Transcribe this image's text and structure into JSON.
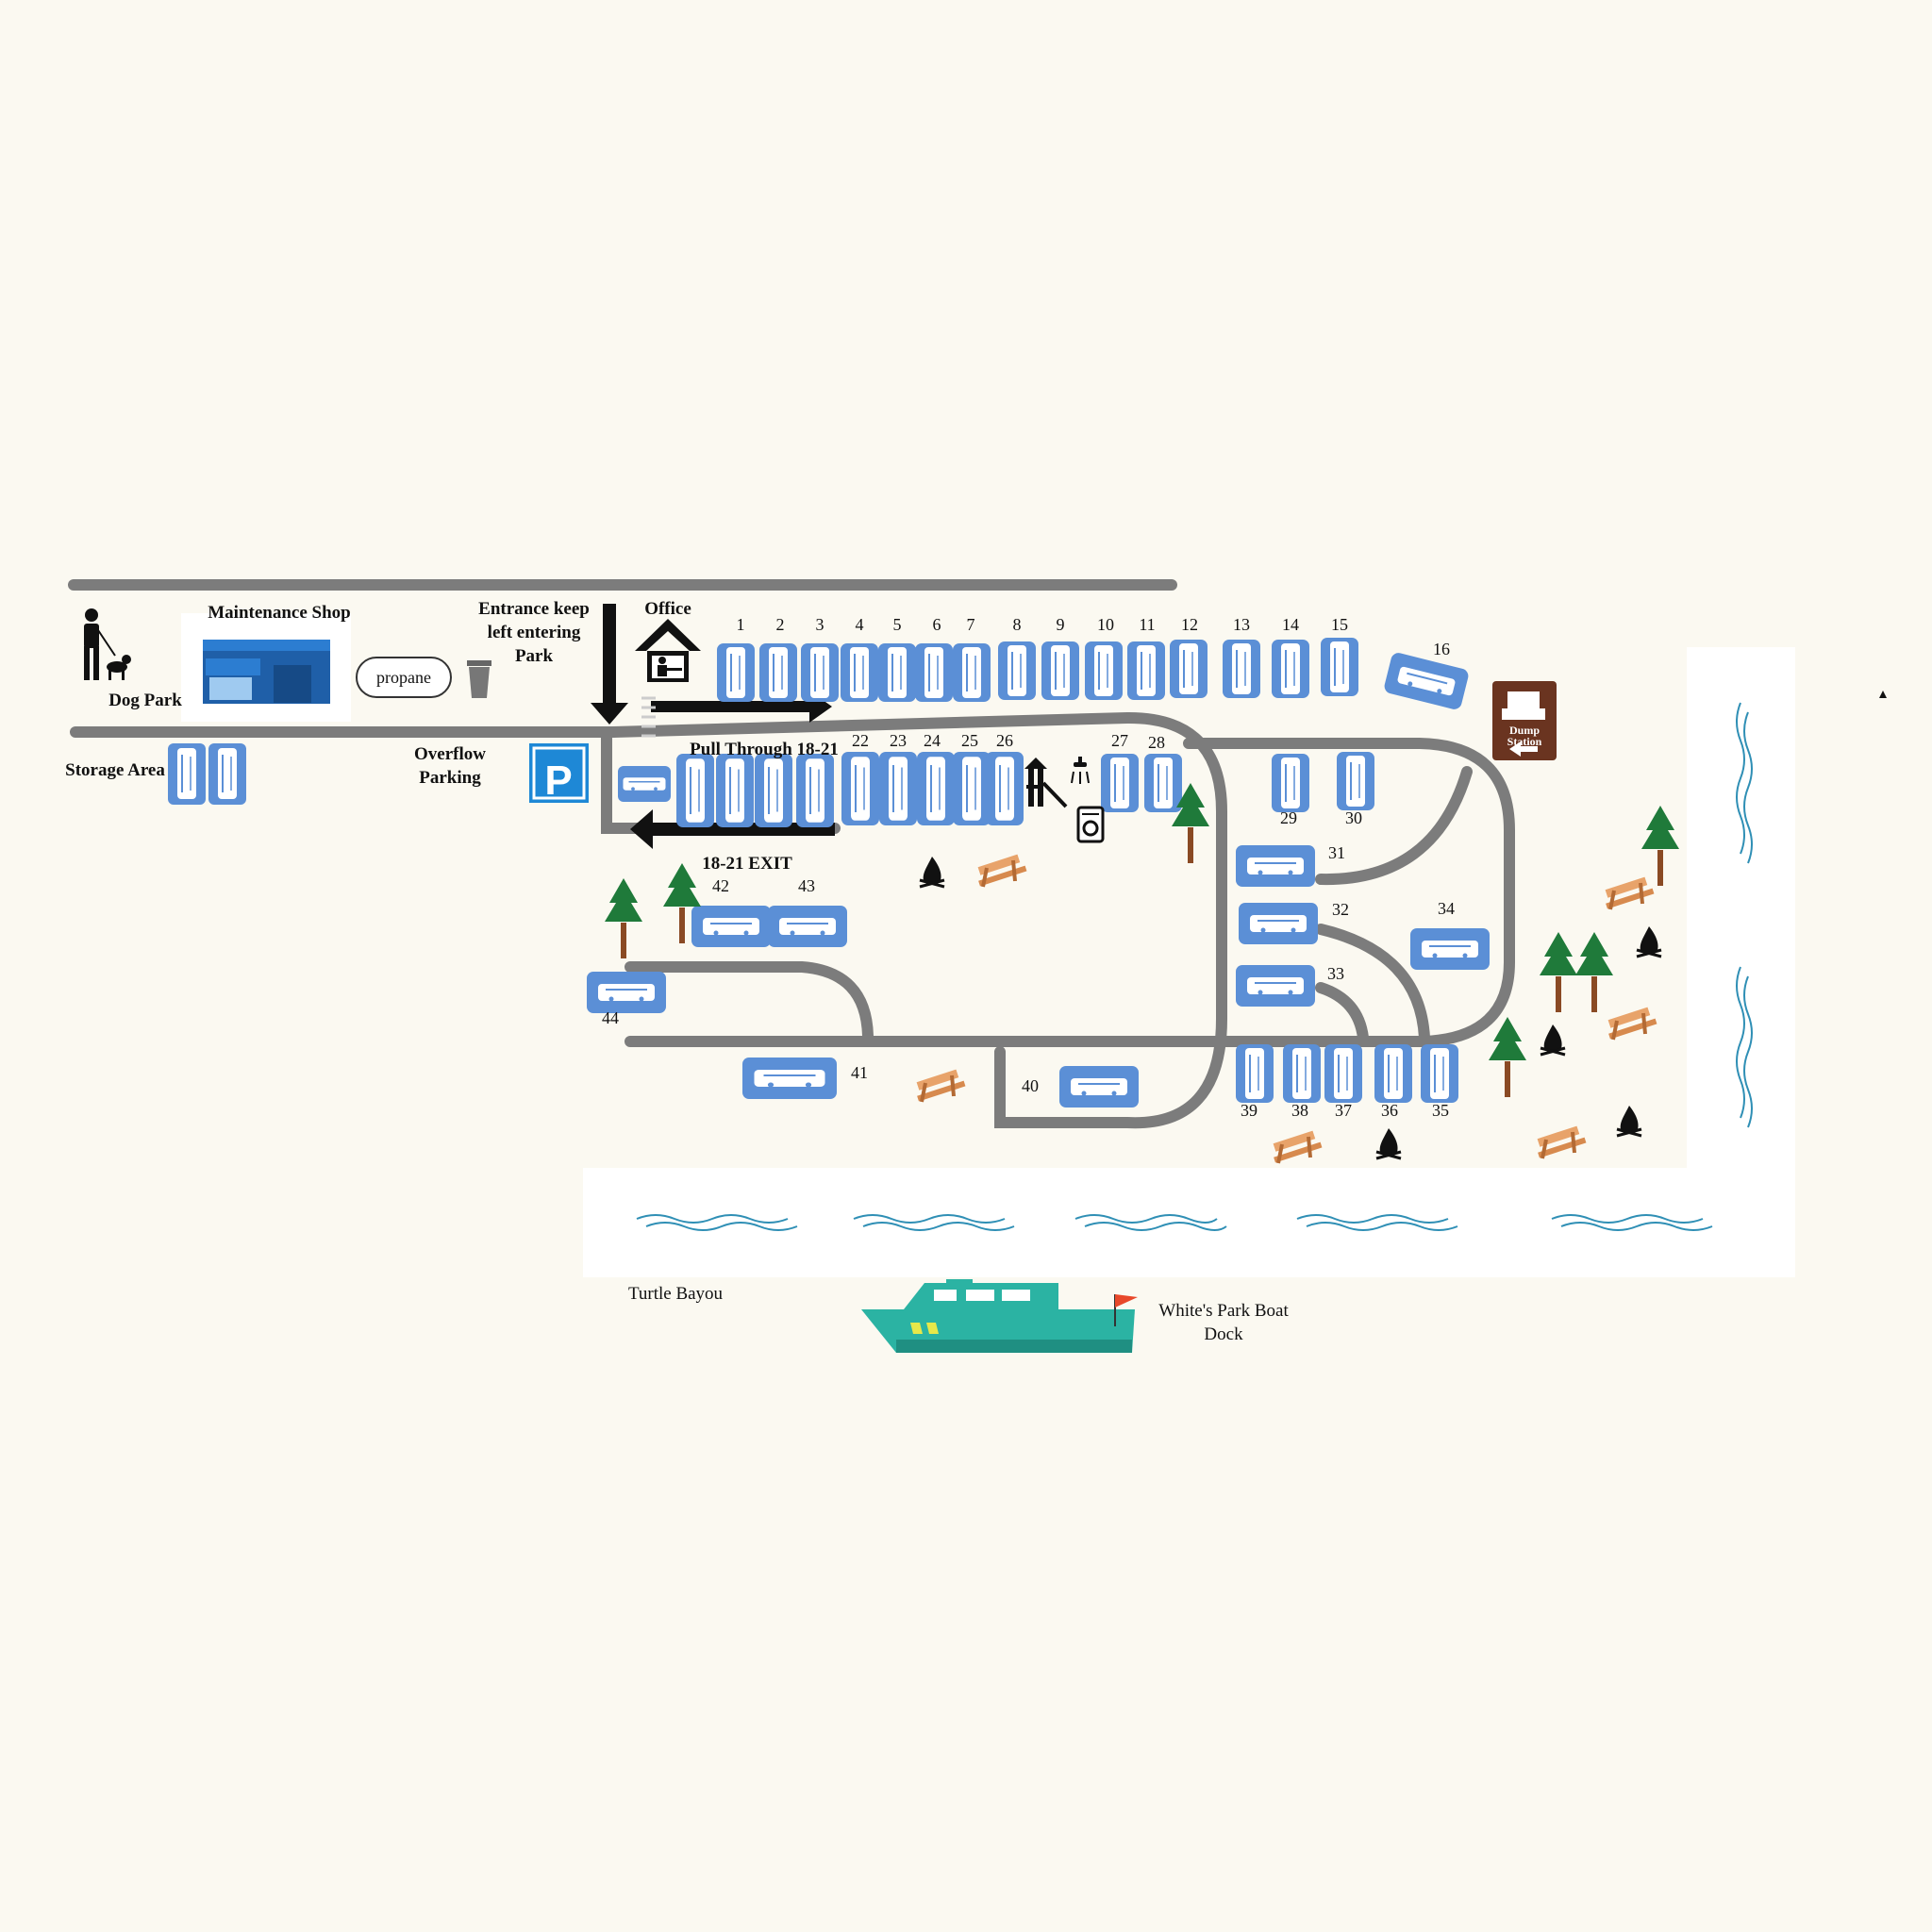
{
  "labels": {
    "maintenance_shop": "Maintenance Shop",
    "entrance_line1": "Entrance keep",
    "entrance_line2": "left entering",
    "entrance_line3": "Park",
    "office": "Office",
    "dog_park": "Dog Park",
    "propane": "propane",
    "storage_area": "Storage Area",
    "overflow_line1": "Overflow",
    "overflow_line2": "Parking",
    "parking_sign": "P",
    "pull_through": "Pull Through 18-21",
    "exit_18_21": "18-21 EXIT",
    "dump_line1": "Dump",
    "dump_line2": "Station",
    "turtle_bayou": "Turtle Bayou",
    "boat_dock_line1": "White's Park Boat",
    "boat_dock_line2": "Dock"
  },
  "sites": [
    "1",
    "2",
    "3",
    "4",
    "5",
    "6",
    "7",
    "8",
    "9",
    "10",
    "11",
    "12",
    "13",
    "14",
    "15",
    "16",
    "22",
    "23",
    "24",
    "25",
    "26",
    "27",
    "28",
    "29",
    "30",
    "31",
    "32",
    "33",
    "34",
    "35",
    "36",
    "37",
    "38",
    "39",
    "40",
    "41",
    "42",
    "43",
    "44"
  ],
  "colors": {
    "background": "#fbf9f1",
    "road": "#7c7c7c",
    "site_fill": "#5b8fd6",
    "water": "#ffffff",
    "wave": "#2f8fb5",
    "tree": "#1f7a3a",
    "dump_sign": "#6a3420",
    "boat": "#2bb3a3"
  },
  "icons": [
    "dog-walker-icon",
    "maintenance-shop-icon",
    "trash-can-icon",
    "office-icon",
    "parking-icon",
    "dump-station-icon",
    "playground-icon",
    "shower-icon",
    "laundry-icon",
    "tree-icon",
    "picnic-table-icon",
    "campfire-icon",
    "boat-icon"
  ]
}
